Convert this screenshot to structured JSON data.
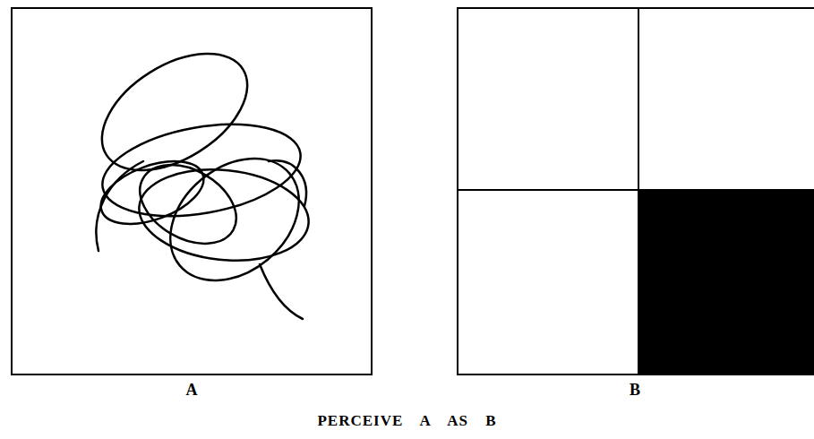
{
  "diagram": {
    "caption": "PERCEIVE A AS B",
    "nodes": [
      {
        "text": [
          "A"
        ]
      },
      {
        "text": [
          "B"
        ]
      }
    ]
  }
}
